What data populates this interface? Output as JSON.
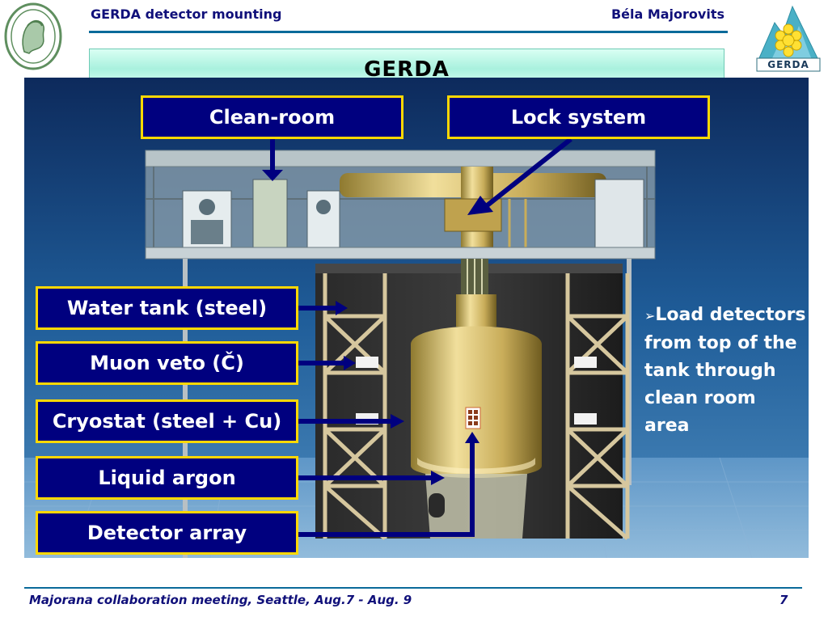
{
  "header": {
    "left_text": "GERDA detector mounting",
    "right_text": "Béla Majorovits",
    "logo_text": "GERDA"
  },
  "title": "GERDA",
  "labels": {
    "clean_room": "Clean-room",
    "lock_system": "Lock system",
    "water_tank": "Water tank (steel)",
    "muon_veto": "Muon veto (Č)",
    "cryostat": "Cryostat (steel + Cu)",
    "liquid_argon": "Liquid argon",
    "detector_array": "Detector array"
  },
  "note": {
    "bullet": "➢",
    "text": "Load detectors from top of the tank through clean room area"
  },
  "footer": {
    "left_text": "Majorana collaboration meeting, Seattle, Aug.7 - Aug. 9",
    "page_number": "7"
  },
  "colors": {
    "label_bg": "#00007f",
    "label_border": "#ffd800",
    "header_text": "#10107a",
    "title_bg": "#a9f1de",
    "arrow": "#00007f"
  }
}
